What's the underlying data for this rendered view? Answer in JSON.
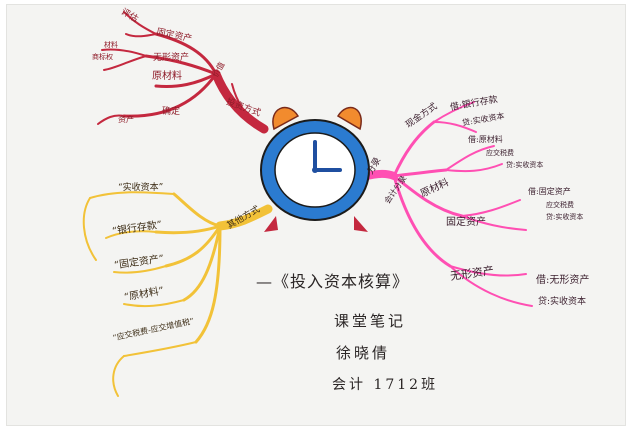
{
  "colors": {
    "red_branch": "#c4283f",
    "pink_branch": "#ff4fb3",
    "yellow_branch": "#f2c238",
    "clock_blue": "#2b7bd0",
    "clock_orange": "#f28b2e"
  },
  "center": {
    "title": "—《投入资本核算》",
    "subtitle": "课堂笔记",
    "author": "徐晓倩",
    "class": "会计 1712班"
  },
  "red_branch": {
    "main_label": "投资方式",
    "labels": {
      "l1": "固定资产",
      "l2": "无形资产",
      "l3": "原材料",
      "l4": "材料",
      "l5": "商标权",
      "l6": "评估",
      "l7": "确定",
      "l8": "价值",
      "l9": "资产"
    }
  },
  "pink_branch": {
    "main_label": "分录",
    "labels": {
      "l1": "现金方式",
      "l2": "借:银行存款",
      "l3": "贷:实收资本",
      "l4": "借:原材料",
      "l5": "应交税费",
      "l6": "贷:实收资本",
      "l7": "原材料",
      "l8": "固定资产",
      "l9": "借:固定资产",
      "l10": "应交税费",
      "l11": "贷:实收资本",
      "l12": "无形资产",
      "l13": "借:无形资产",
      "l14": "贷:实收资本",
      "l15": "会计分录"
    }
  },
  "yellow_branch": {
    "main_label": "其他方式",
    "labels": {
      "l1": "“实收资本”",
      "l2": "“银行存款”",
      "l3": "“固定资产”",
      "l4": "“原材料”",
      "l5": "“应交税费-应交增值税”"
    }
  }
}
